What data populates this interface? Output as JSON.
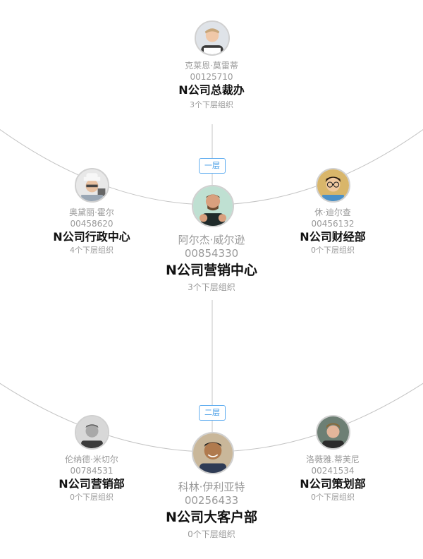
{
  "top": {
    "name": "克莱恩·莫雷蒂",
    "id": "00125710",
    "org": "N公司总裁办",
    "sub": "3个下层组织"
  },
  "level1": {
    "badge": "一层",
    "left": {
      "name": "奥黛丽·霍尔",
      "id": "00458620",
      "org": "N公司行政中心",
      "sub": "4个下层组织"
    },
    "center": {
      "name": "阿尔杰·威尔逊",
      "id": "00854330",
      "org": "N公司营销中心",
      "sub": "3个下层组织"
    },
    "right": {
      "name": "休·迪尔查",
      "id": "00456132",
      "org": "N公司财经部",
      "sub": "0个下层组织"
    }
  },
  "level2": {
    "badge": "二层",
    "left": {
      "name": "伦纳德·米切尔",
      "id": "00784531",
      "org": "N公司营销部",
      "sub": "0个下层组织"
    },
    "center": {
      "name": "科林·伊利亚特",
      "id": "00256433",
      "org": "N公司大客户部",
      "sub": "0个下层组织"
    },
    "right": {
      "name": "洛薇雅.蒂芙尼",
      "id": "00241534",
      "org": "N公司策划部",
      "sub": "0个下层组织"
    }
  },
  "colors": {
    "accent": "#3d98e5",
    "line": "#c4c4c4",
    "muted": "#9a9a9a"
  },
  "icons": [
    "person-avatar-icon"
  ]
}
